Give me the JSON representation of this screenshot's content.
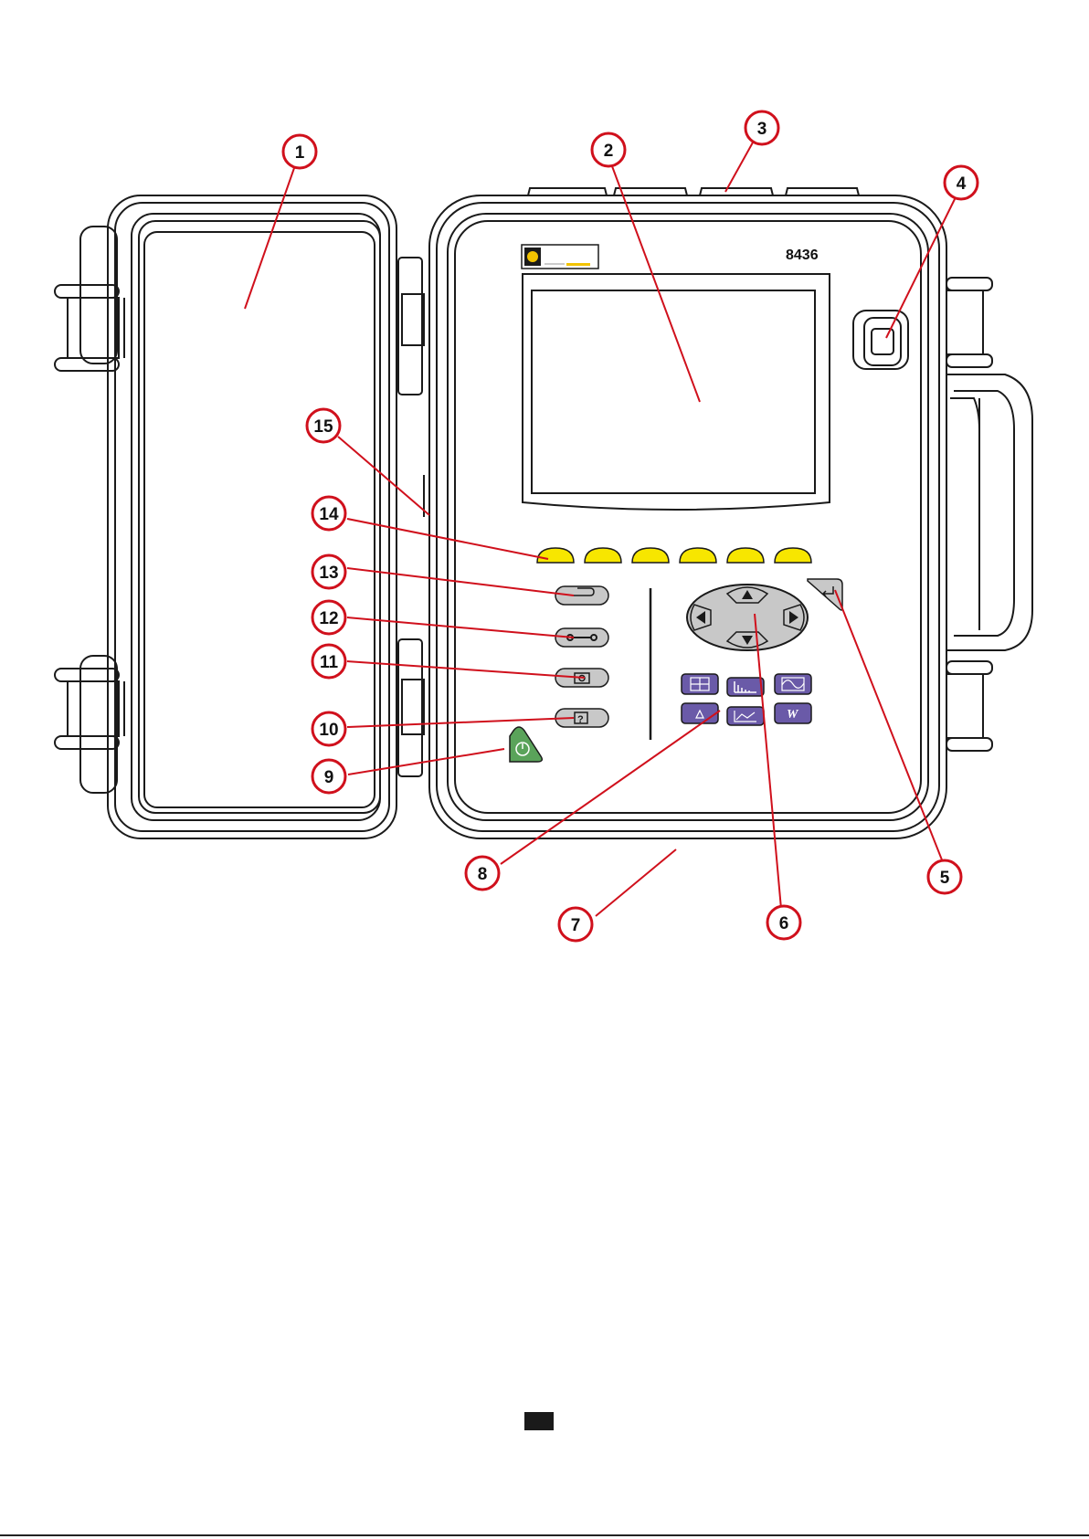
{
  "device": {
    "model": "8436",
    "colors": {
      "outline": "#1a1a1a",
      "callout": "#d0101c",
      "softkey": "#f7e600",
      "function_key": "#6a5aa8",
      "power_key": "#5aa35a",
      "control_key": "#c8c8c8",
      "logo": "#f2c300"
    }
  },
  "callouts": [
    {
      "number": "1"
    },
    {
      "number": "2"
    },
    {
      "number": "3"
    },
    {
      "number": "4"
    },
    {
      "number": "5"
    },
    {
      "number": "6"
    },
    {
      "number": "7"
    },
    {
      "number": "8"
    },
    {
      "number": "9"
    },
    {
      "number": "10"
    },
    {
      "number": "11"
    },
    {
      "number": "12"
    },
    {
      "number": "13"
    },
    {
      "number": "14"
    },
    {
      "number": "15"
    }
  ],
  "icons": {
    "back": "return-arrow-icon",
    "config": "wrench-icon",
    "snapshot": "camera-icon",
    "help": "question-icon",
    "power": "power-icon",
    "enter": "enter-icon",
    "fn_keys": [
      "waveform-mode-icon",
      "harmonics-icon",
      "waveform-capture-icon",
      "alarm-icon",
      "trend-icon",
      "power-energy-icon"
    ]
  }
}
